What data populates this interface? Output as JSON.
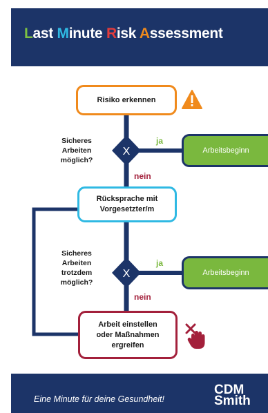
{
  "header": {
    "title_parts": [
      {
        "cap": "L",
        "rest": "ast "
      },
      {
        "cap": "M",
        "rest": "inute "
      },
      {
        "cap": "R",
        "rest": "isk "
      },
      {
        "cap": "A",
        "rest": "ssessment"
      }
    ]
  },
  "flow": {
    "step1": "Risiko erkennen",
    "question1": [
      "Sicheres",
      "Arbeiten",
      "möglich?"
    ],
    "yes1": "ja",
    "no1": "nein",
    "start1": "Arbeitsbeginn",
    "step2": [
      "Rücksprache mit",
      "Vorgesetzter/m"
    ],
    "question2": [
      "Sicheres",
      "Arbeiten",
      "trotzdem",
      "möglich?"
    ],
    "yes2": "ja",
    "no2": "nein",
    "start2": "Arbeitsbeginn",
    "step3": [
      "Arbeit einstellen",
      "oder Maßnahmen",
      "ergreifen"
    ],
    "decision_symbol": "X"
  },
  "footer": {
    "slogan": "Eine Minute für deine Gesundheit!",
    "logo_line1": "CDM",
    "logo_line2": "Smith"
  },
  "colors": {
    "navy": "#1c3468",
    "orange": "#f08a1c",
    "blue": "#2fb9e3",
    "green": "#7ab83e",
    "red": "#a3203b",
    "warning": "#f08a1c"
  },
  "icons": [
    "warning-icon",
    "stop-hand-icon"
  ]
}
